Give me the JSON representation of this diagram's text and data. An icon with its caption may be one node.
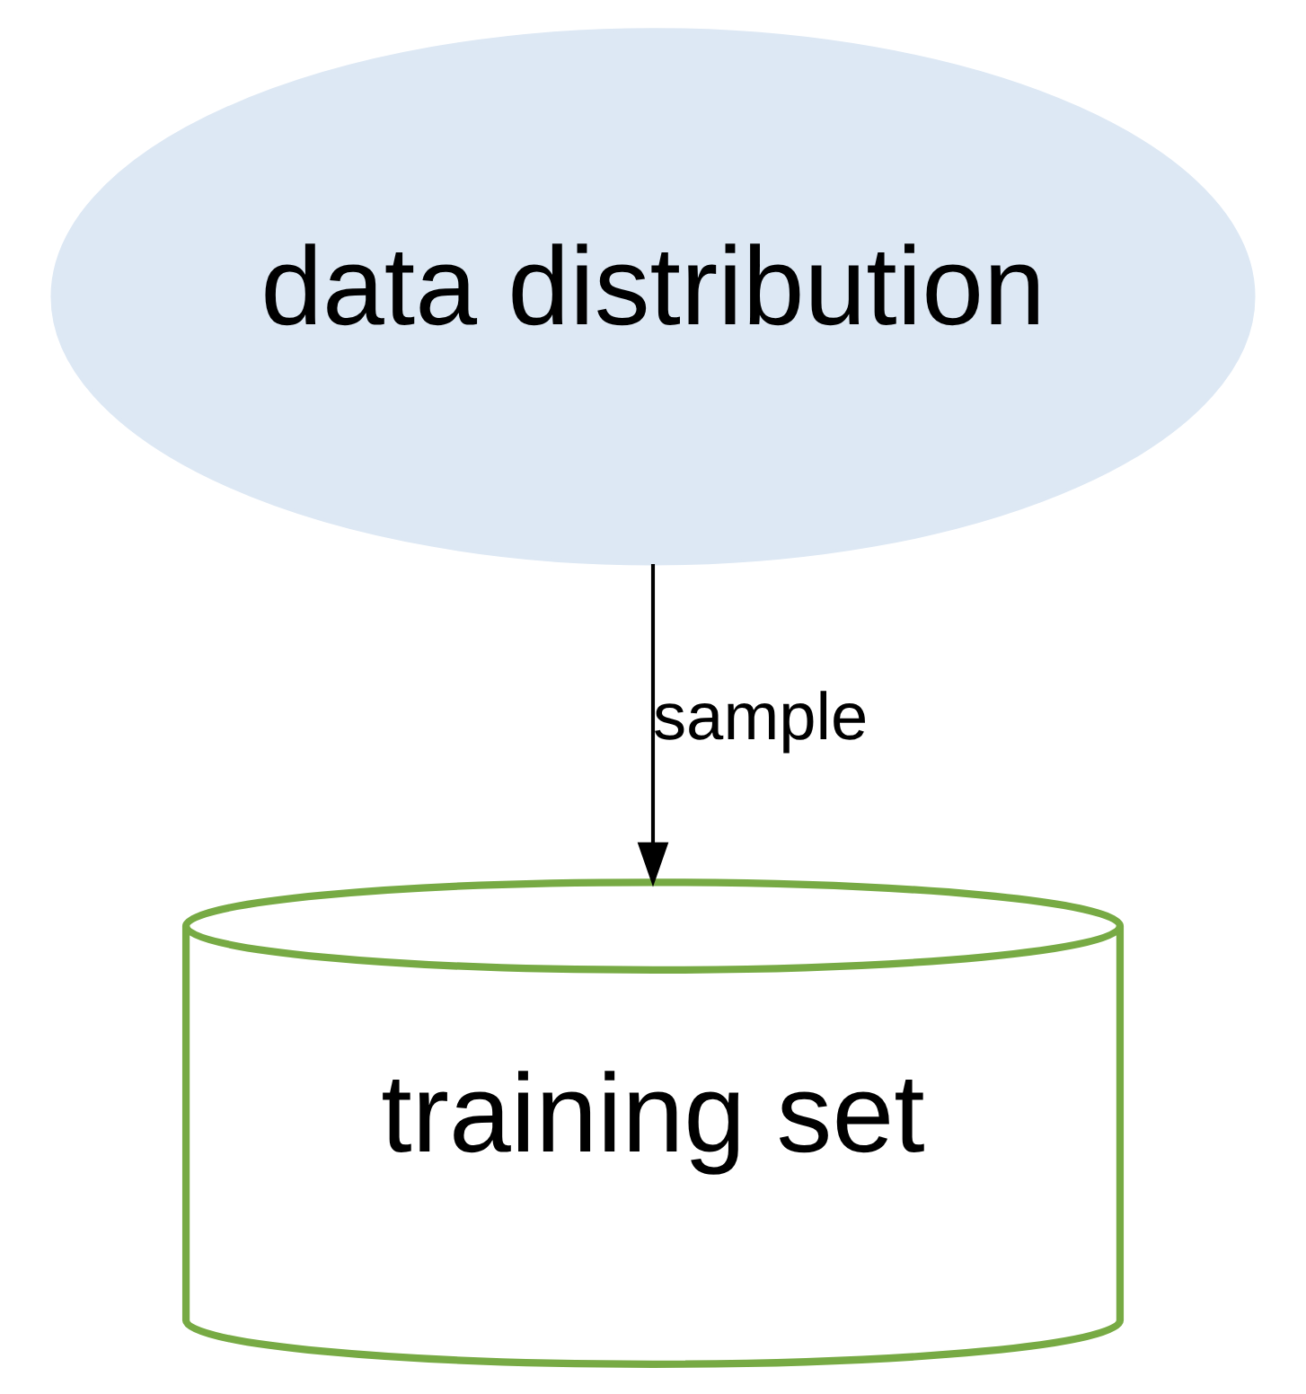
{
  "diagram": {
    "nodes": [
      {
        "text": [
          "data distribution"
        ]
      },
      {
        "text": [
          "training set"
        ]
      }
    ],
    "edges": [
      {
        "from": 0,
        "to": 1,
        "arrow": "to",
        "label": "sample"
      }
    ]
  }
}
